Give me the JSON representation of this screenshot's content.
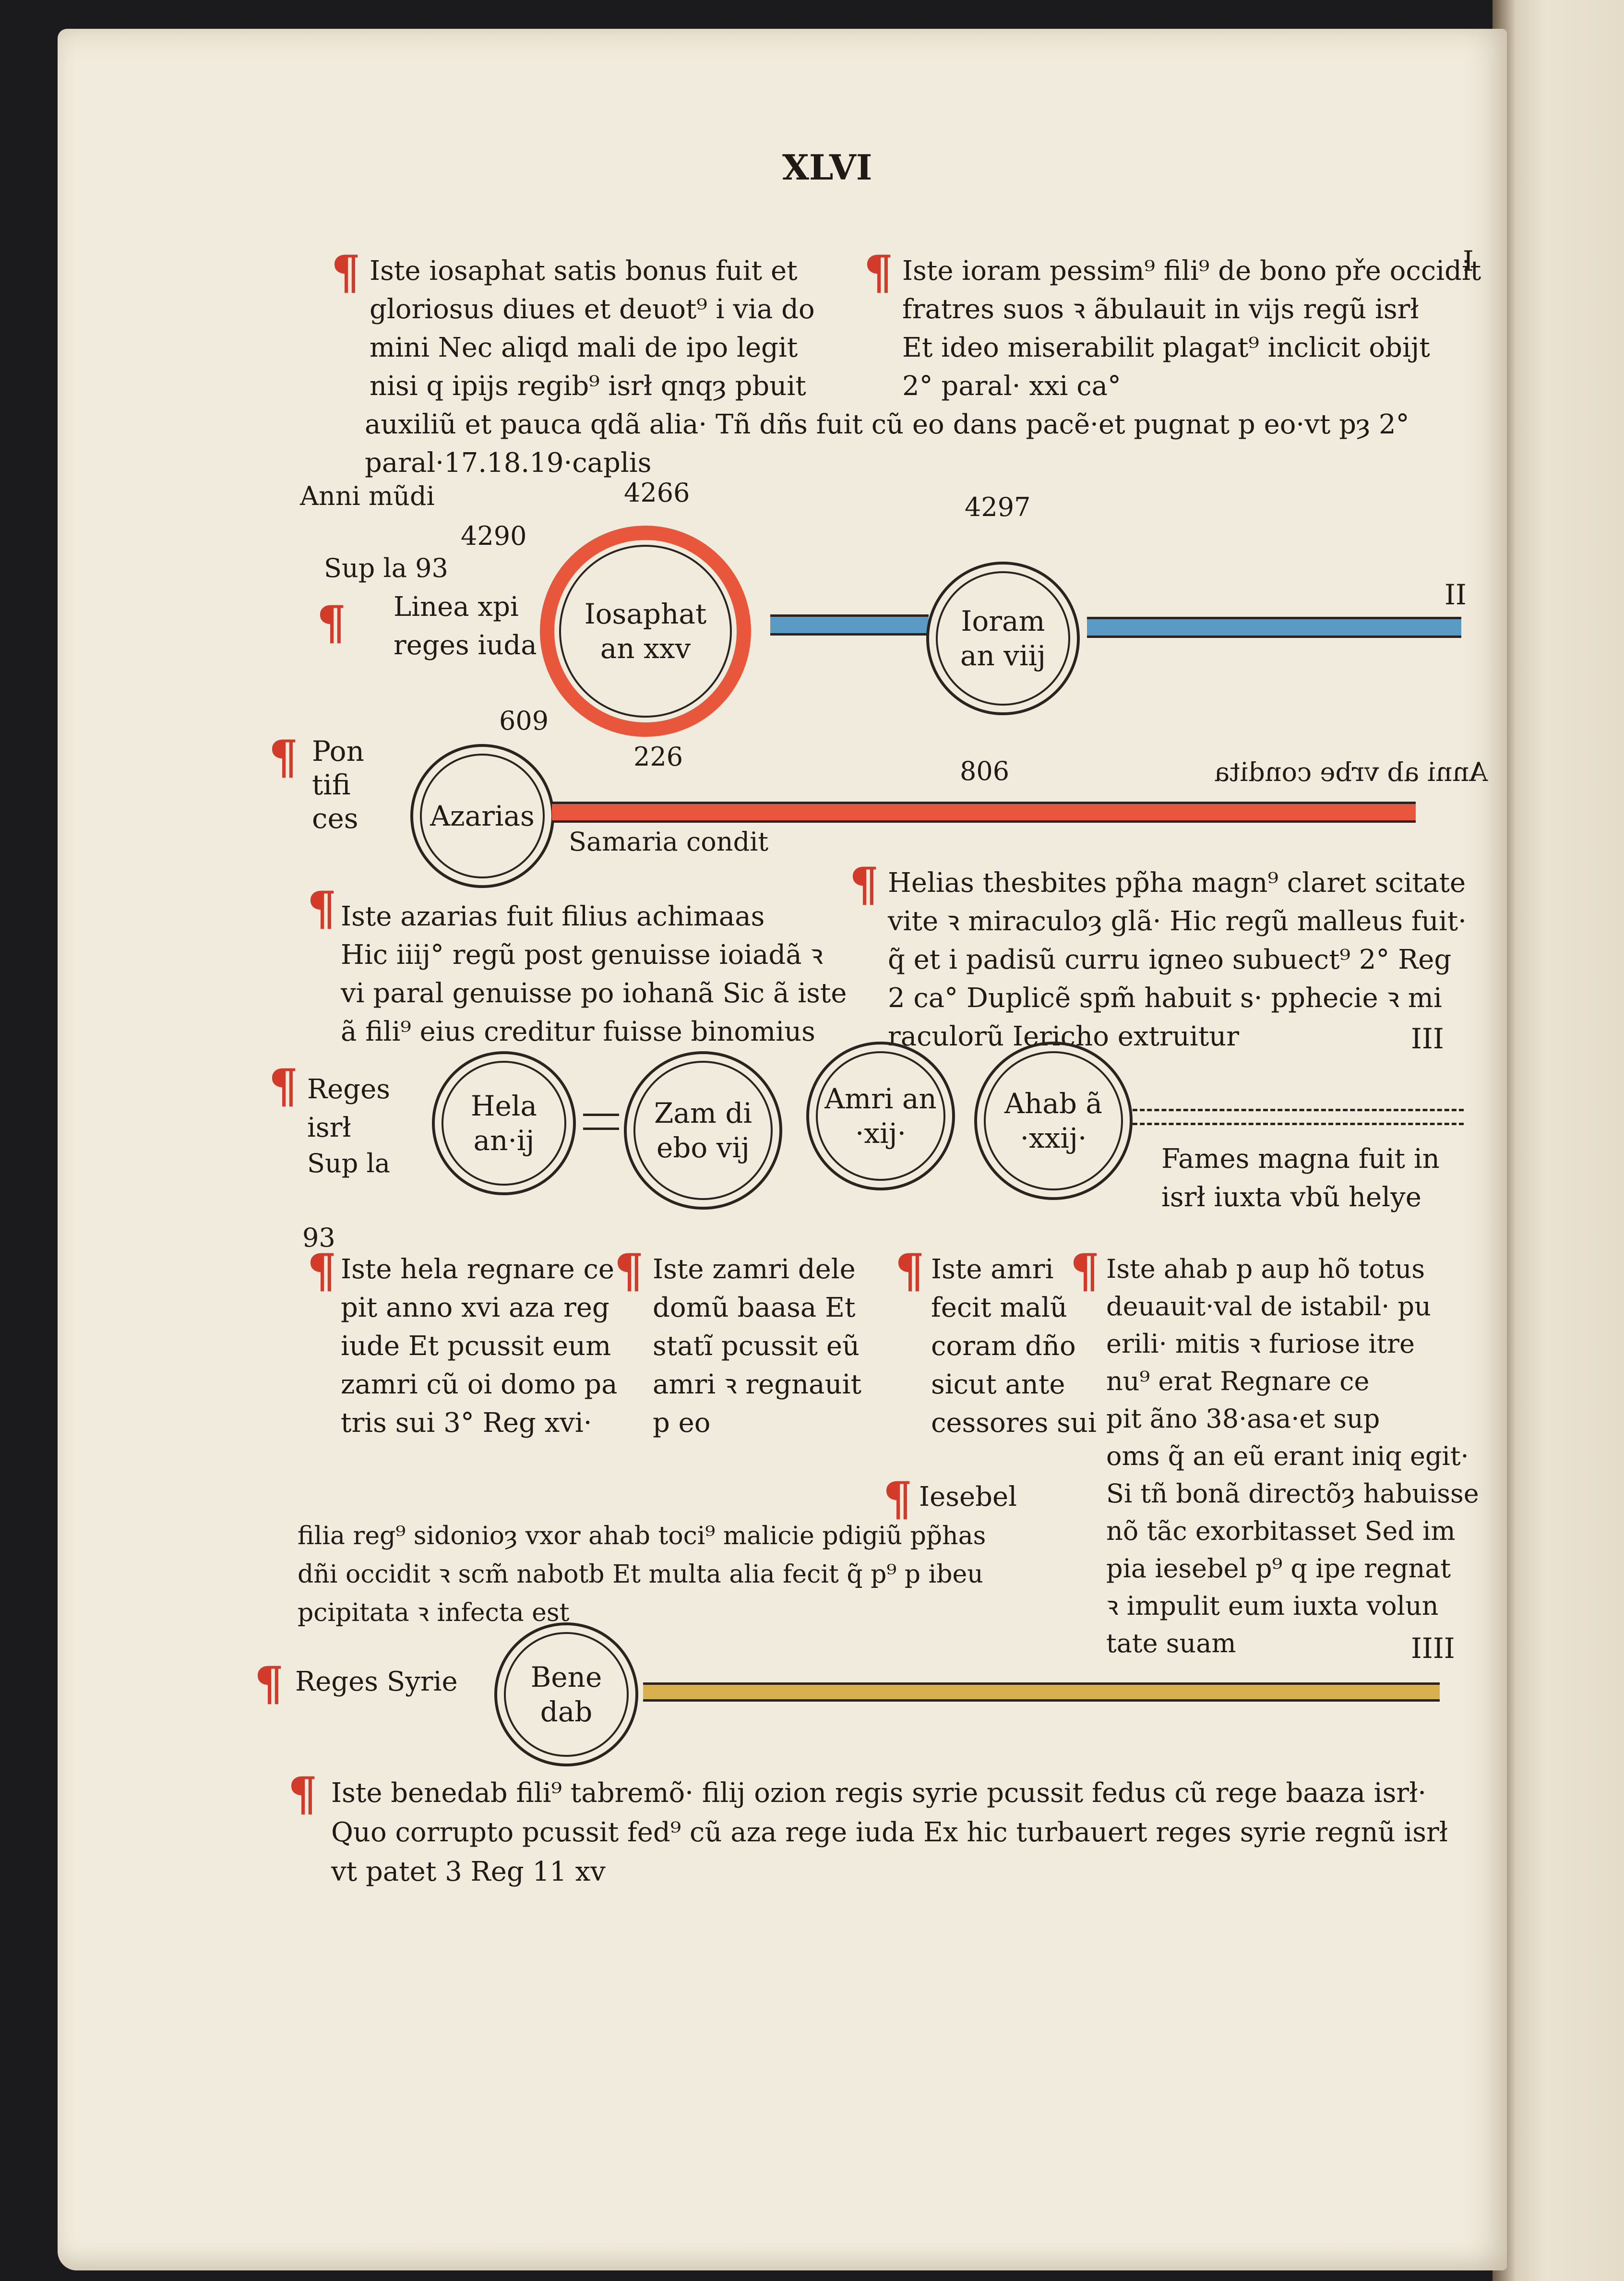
{
  "folio": "XLVI",
  "margin_numerals": [
    "I",
    "II",
    "III",
    "IIII"
  ],
  "colors": {
    "rubric": "#d23a2a",
    "blue_line": "#5a9ac4",
    "red_line": "#e8563c",
    "yellow_line": "#d8b050",
    "ink": "#1f1a16",
    "paper": "#f1ebdd"
  },
  "sections": {
    "top_left": [
      "Iste iosaphat satis bonus fuit et",
      "gloriosus diues et deuot⁹ i via do",
      "mini Nec aliqd mali de ipo legit",
      "nisi q ipijs regib⁹ isrł qnqȝ pbuit"
    ],
    "top_left_cont": [
      "auxiliũ et pauca qdã alia· Tñ dñs fuit cũ eo dans pacẽ·et pugnat p eo·vt pȝ 2°",
      "paral·17.18.19·caplis"
    ],
    "top_right": [
      "Iste ioram pessim⁹ fili⁹ de bono pře occidit",
      "fratres suos ꝛ ãbulauit in vijs regũ isrł",
      "Et ideo miserabilit plagat⁹ inclicit obijt",
      "2° paral· xxi ca°"
    ],
    "anni_mundi": "Anni mũdi",
    "years": {
      "y1": "4266",
      "y2": "4290",
      "y3": "4297",
      "y4": "609",
      "y5": "226",
      "y6": "806"
    },
    "sup_la_1": "Sup la 93",
    "linea_label": [
      "Linea xpi",
      "reges iuda"
    ],
    "circle_iosaphat": [
      "Iosaphat",
      "an xxv"
    ],
    "circle_ioram": [
      "Ioram",
      "an viij"
    ],
    "pontifices": [
      "Pon",
      "tifi",
      "ces"
    ],
    "circle_azarias": "Azarias",
    "anni_mundi_mirrored": "Anni ab vrbe condita",
    "samaria": "Samaria condit",
    "azarias_text": [
      "Iste azarias fuit filius achimaas",
      "Hic iiij° regũ post genuisse ioiadã ꝛ",
      "vi paral genuisse po iohanã Sic ã iste",
      "ã fili⁹ eius creditur fuisse binomius"
    ],
    "helias_text": [
      "Helias thesbites pp̃ha magn⁹ claret scitate",
      "vite ꝛ miraculoȝ glã· Hic regũ malleus fuit·",
      "q̃ et i padisũ curru igneo subuect⁹ 2° Reg",
      "2 ca° Duplicẽ spm̃ habuit s· pphecie ꝛ mi",
      "raculorũ        Iericho extruitur"
    ],
    "reges_isrl": [
      "Reges",
      "isrł"
    ],
    "sup_la_2": "Sup la",
    "num_93": "93",
    "circle_hela": [
      "Hela",
      "an·ij"
    ],
    "circle_zamri": [
      "Zam di",
      "ebo vij"
    ],
    "circle_amri": [
      "Amri an",
      "·xij·"
    ],
    "circle_ahab": [
      "Ahab ã",
      "·xxij·"
    ],
    "fames": [
      "Fames magna fuit in",
      "isrł iuxta vbũ helye"
    ],
    "col_hela": [
      "Iste hela regnare ce",
      "pit anno xvi aza reg",
      "iude Et pcussit eum",
      "zamri cũ oi domo pa",
      "tris sui 3° Reg xvi·"
    ],
    "col_zamri": [
      "Iste zamri dele",
      "domũ baasa Et",
      "statĩ pcussit eũ",
      "amri ꝛ regnauit",
      "p eo"
    ],
    "col_amri": [
      "Iste amri",
      "fecit malũ",
      "coram dño",
      "sicut ante",
      "cessores sui"
    ],
    "col_ahab": [
      "Iste ahab p aup hõ totus",
      "deuauit·val de istabil· pu",
      "erili· mitis ꝛ furiose itre",
      "nu⁹ erat Regnare ce",
      "pit ãno 38·asa·et sup",
      "oms q̃ an eũ erant iniq egit·",
      "Si tñ bonã directõȝ habuisse",
      "nõ tãc exorbitasset Sed im",
      "pia iesebel p⁹ q ipe regnat",
      "ꝛ impulit eum iuxta volun",
      "tate suam"
    ],
    "iesebel_head": "Iesebel",
    "iesebel_text": [
      "filia reg⁹ sidonioȝ vxor ahab toci⁹ malicie pdigiũ pp̃has",
      "dñi occidit ꝛ scm̃ nabotb Et multa alia fecit q̃ p⁹ p ibeu",
      "pcipitata ꝛ infecta est"
    ],
    "reges_syrie": "Reges Syrie",
    "circle_benedab": [
      "Bene",
      "dab"
    ],
    "bottom": [
      "Iste benedab fili⁹ tabremõ· filij ozion regis syrie pcussit fedus cũ rege baaza isrł·",
      "Quo corrupto pcussit fed⁹ cũ aza rege iuda Ex hic turbauert reges syrie regnũ isrł",
      "vt patet 3 Reg 11 xv"
    ]
  }
}
